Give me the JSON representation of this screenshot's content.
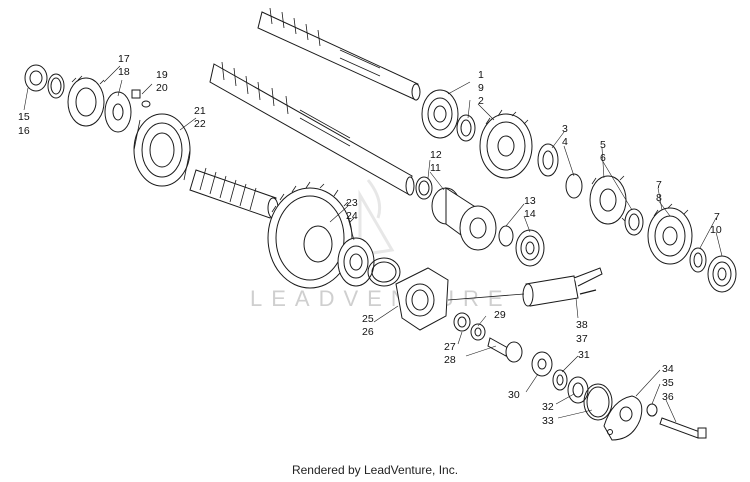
{
  "diagram": {
    "part_numbers": [
      "1",
      "9",
      "2",
      "17",
      "18",
      "19",
      "20",
      "15",
      "16",
      "21",
      "22",
      "3",
      "4",
      "5",
      "6",
      "12",
      "11",
      "13",
      "14",
      "7",
      "8",
      "7",
      "10",
      "23",
      "24",
      "25",
      "26",
      "29",
      "38",
      "37",
      "27",
      "28",
      "31",
      "30",
      "32",
      "33",
      "34",
      "35",
      "36"
    ]
  },
  "watermark": {
    "text": "LEADVENTURE"
  },
  "footer": {
    "credit": "Rendered by LeadVenture, Inc."
  }
}
